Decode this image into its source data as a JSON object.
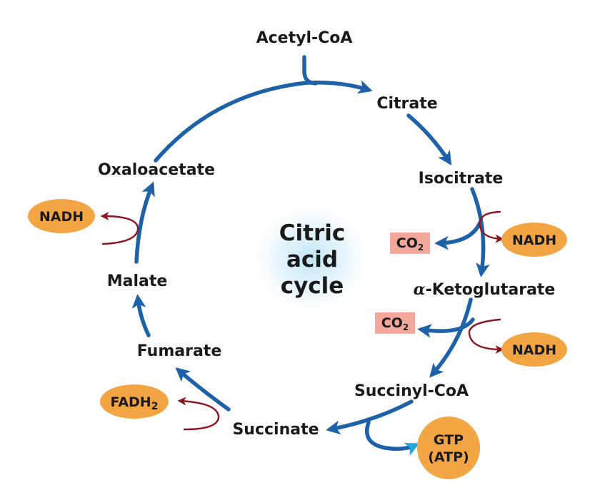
{
  "title": {
    "line1": "Citric",
    "line2": "acid",
    "line3": "cycle"
  },
  "colors": {
    "cycle_arrow": "#1d62a8",
    "cofactor_arrow": "#8e1620",
    "oval_fill": "#f3a443",
    "co2_fill": "#f4a89c",
    "gtp_arrow": "#27a4dc",
    "glow": "#cdeaf7"
  },
  "metabolites": {
    "acetyl_coa": "Acetyl-CoA",
    "citrate": "Citrate",
    "isocitrate": "Isocitrate",
    "alpha_prefix": "α",
    "alpha_ketoglutarate": "-Ketoglutarate",
    "succinyl_coa": "Succinyl-CoA",
    "succinate": "Succinate",
    "fumarate": "Fumarate",
    "malate": "Malate",
    "oxaloacetate": "Oxaloacetate"
  },
  "products": {
    "nadh_1": "NADH",
    "nadh_2": "NADH",
    "nadh_3": "NADH",
    "co2_1": {
      "base": "CO",
      "sub": "2"
    },
    "co2_2": {
      "base": "CO",
      "sub": "2"
    },
    "fadh2": {
      "base": "FADH",
      "sub": "2"
    },
    "gtp_line1": "GTP",
    "gtp_line2": "(ATP)"
  }
}
